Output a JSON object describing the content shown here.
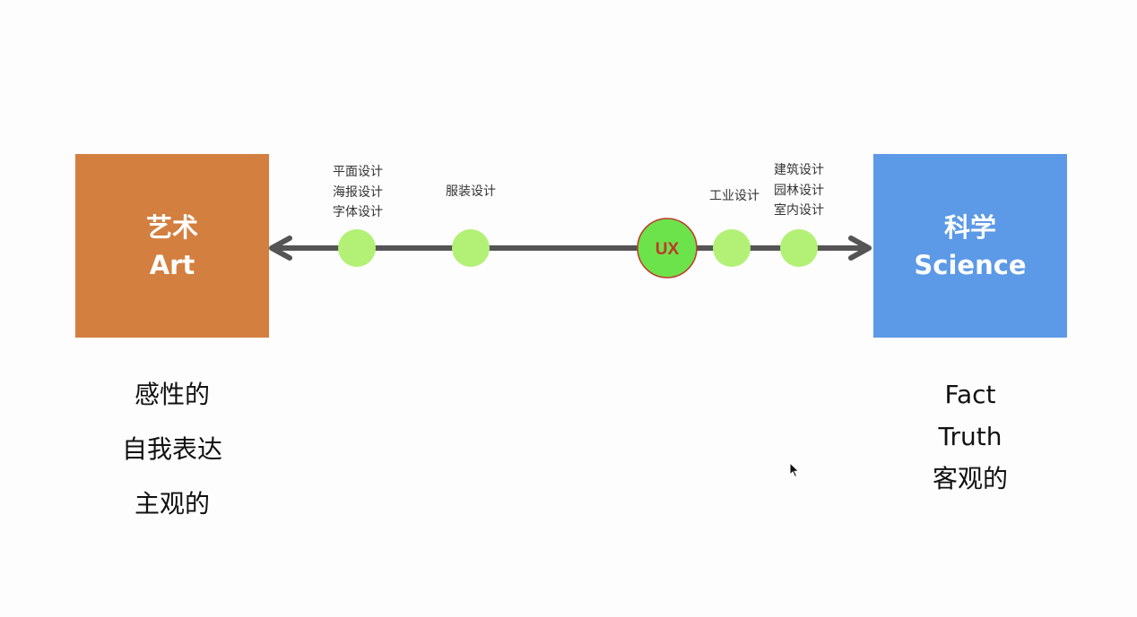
{
  "art_box": {
    "title_cn": "艺术",
    "title_en": "Art",
    "color": "#d37f3f"
  },
  "science_box": {
    "title_cn": "科学",
    "title_en": "Science",
    "color": "#5c99e6"
  },
  "spectrum": {
    "line_color": "#555555",
    "node_color": "#b2f175",
    "ux_color": "#6ce34a",
    "ux_border": "#c0392b",
    "ux_text_color": "#c0392b",
    "nodes": [
      {
        "id": "graphic",
        "labels": [
          "平面设计",
          "海报设计",
          "字体设计"
        ]
      },
      {
        "id": "fashion",
        "labels": [
          "服装设计"
        ]
      },
      {
        "id": "ux",
        "labels": [
          "UX"
        ]
      },
      {
        "id": "industrial",
        "labels": [
          "工业设计"
        ]
      },
      {
        "id": "architecture",
        "labels": [
          "建筑设计",
          "园林设计",
          "室内设计"
        ]
      }
    ]
  },
  "art_traits": [
    "感性的",
    "自我表达",
    "主观的"
  ],
  "science_traits": [
    "Fact",
    "Truth",
    "客观的"
  ]
}
